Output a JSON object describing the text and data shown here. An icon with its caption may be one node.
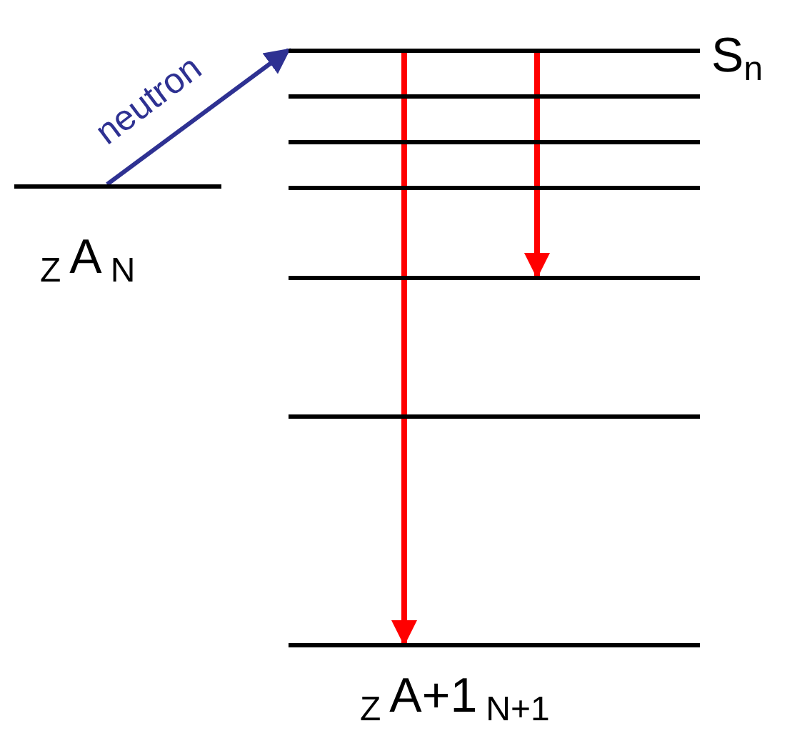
{
  "diagram": {
    "nodes": [
      {
        "text": [],
        "shape": "bar",
        "beside": [
          "$_{Z}$A$_{N}$"
        ]
      },
      {
        "text": [],
        "shape": "bar",
        "beside": [
          "S$_{n}$"
        ]
      },
      {
        "text": [],
        "shape": "bar"
      },
      {
        "text": [],
        "shape": "bar"
      },
      {
        "text": [],
        "shape": "bar"
      },
      {
        "text": [],
        "shape": "bar"
      },
      {
        "text": [],
        "shape": "bar"
      },
      {
        "text": [],
        "shape": "bar",
        "beside": [
          "$_{Z}$A+1$_{N+1}$"
        ]
      }
    ],
    "edges": [
      {
        "from": 0,
        "to": 1,
        "arrow": "to",
        "label": "neutron",
        "color": "#2e3192"
      },
      {
        "from": 1,
        "to": 7,
        "arrow": "to"
      },
      {
        "from": 1,
        "to": 5,
        "arrow": "to"
      }
    ]
  }
}
